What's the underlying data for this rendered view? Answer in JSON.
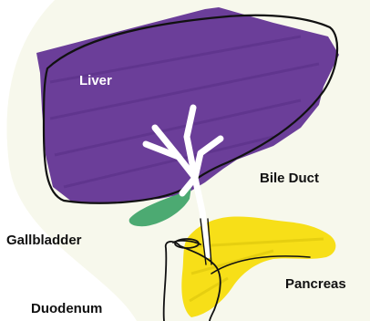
{
  "labels": {
    "liver": "Liver",
    "bile_duct": "Bile Duct",
    "gallbladder": "Gallbladder",
    "pancreas": "Pancreas",
    "duodenum": "Duodenum"
  },
  "colors": {
    "background_blob": "#f7f8ec",
    "liver": "#6b3e99",
    "gallbladder": "#4caa72",
    "pancreas": "#f7df18",
    "outline": "#111111",
    "ducts": "#ffffff",
    "liver_label": "#ffffff",
    "label_text": "#111111"
  },
  "icons": {
    "liver": "liver-illustration",
    "gallbladder": "gallbladder-illustration",
    "pancreas": "pancreas-illustration",
    "bile_duct": "bile-duct-illustration",
    "duodenum": "duodenum-illustration"
  }
}
